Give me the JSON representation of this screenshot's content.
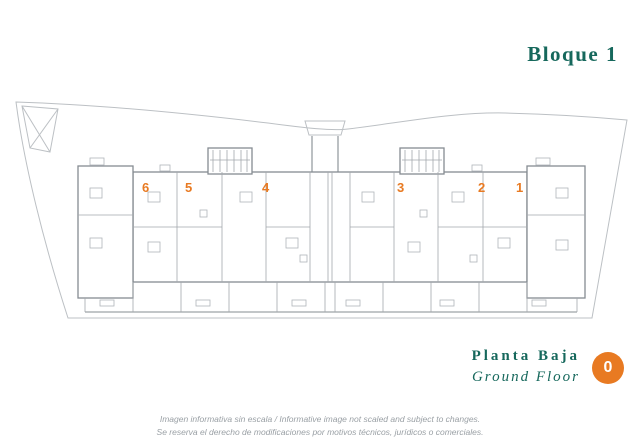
{
  "header": {
    "title": "Bloque 1"
  },
  "plan": {
    "units": [
      {
        "label": "6"
      },
      {
        "label": "5"
      },
      {
        "label": "4"
      },
      {
        "label": "3"
      },
      {
        "label": "2"
      },
      {
        "label": "1"
      }
    ]
  },
  "footer": {
    "floor_name_es": "Planta Baja",
    "floor_name_en": "Ground Floor",
    "floor_badge": "0",
    "disclaimer_line1": "Imagen informativa sin escala /  Informative image not scaled and subject to changes.",
    "disclaimer_line2": "Se reserva el derecho de modificaciones por motivos técnicos, jurídicos o comerciales."
  },
  "colors": {
    "accent_orange": "#e87a22",
    "brand_green": "#16685c",
    "plan_line": "#a3a8ad"
  }
}
